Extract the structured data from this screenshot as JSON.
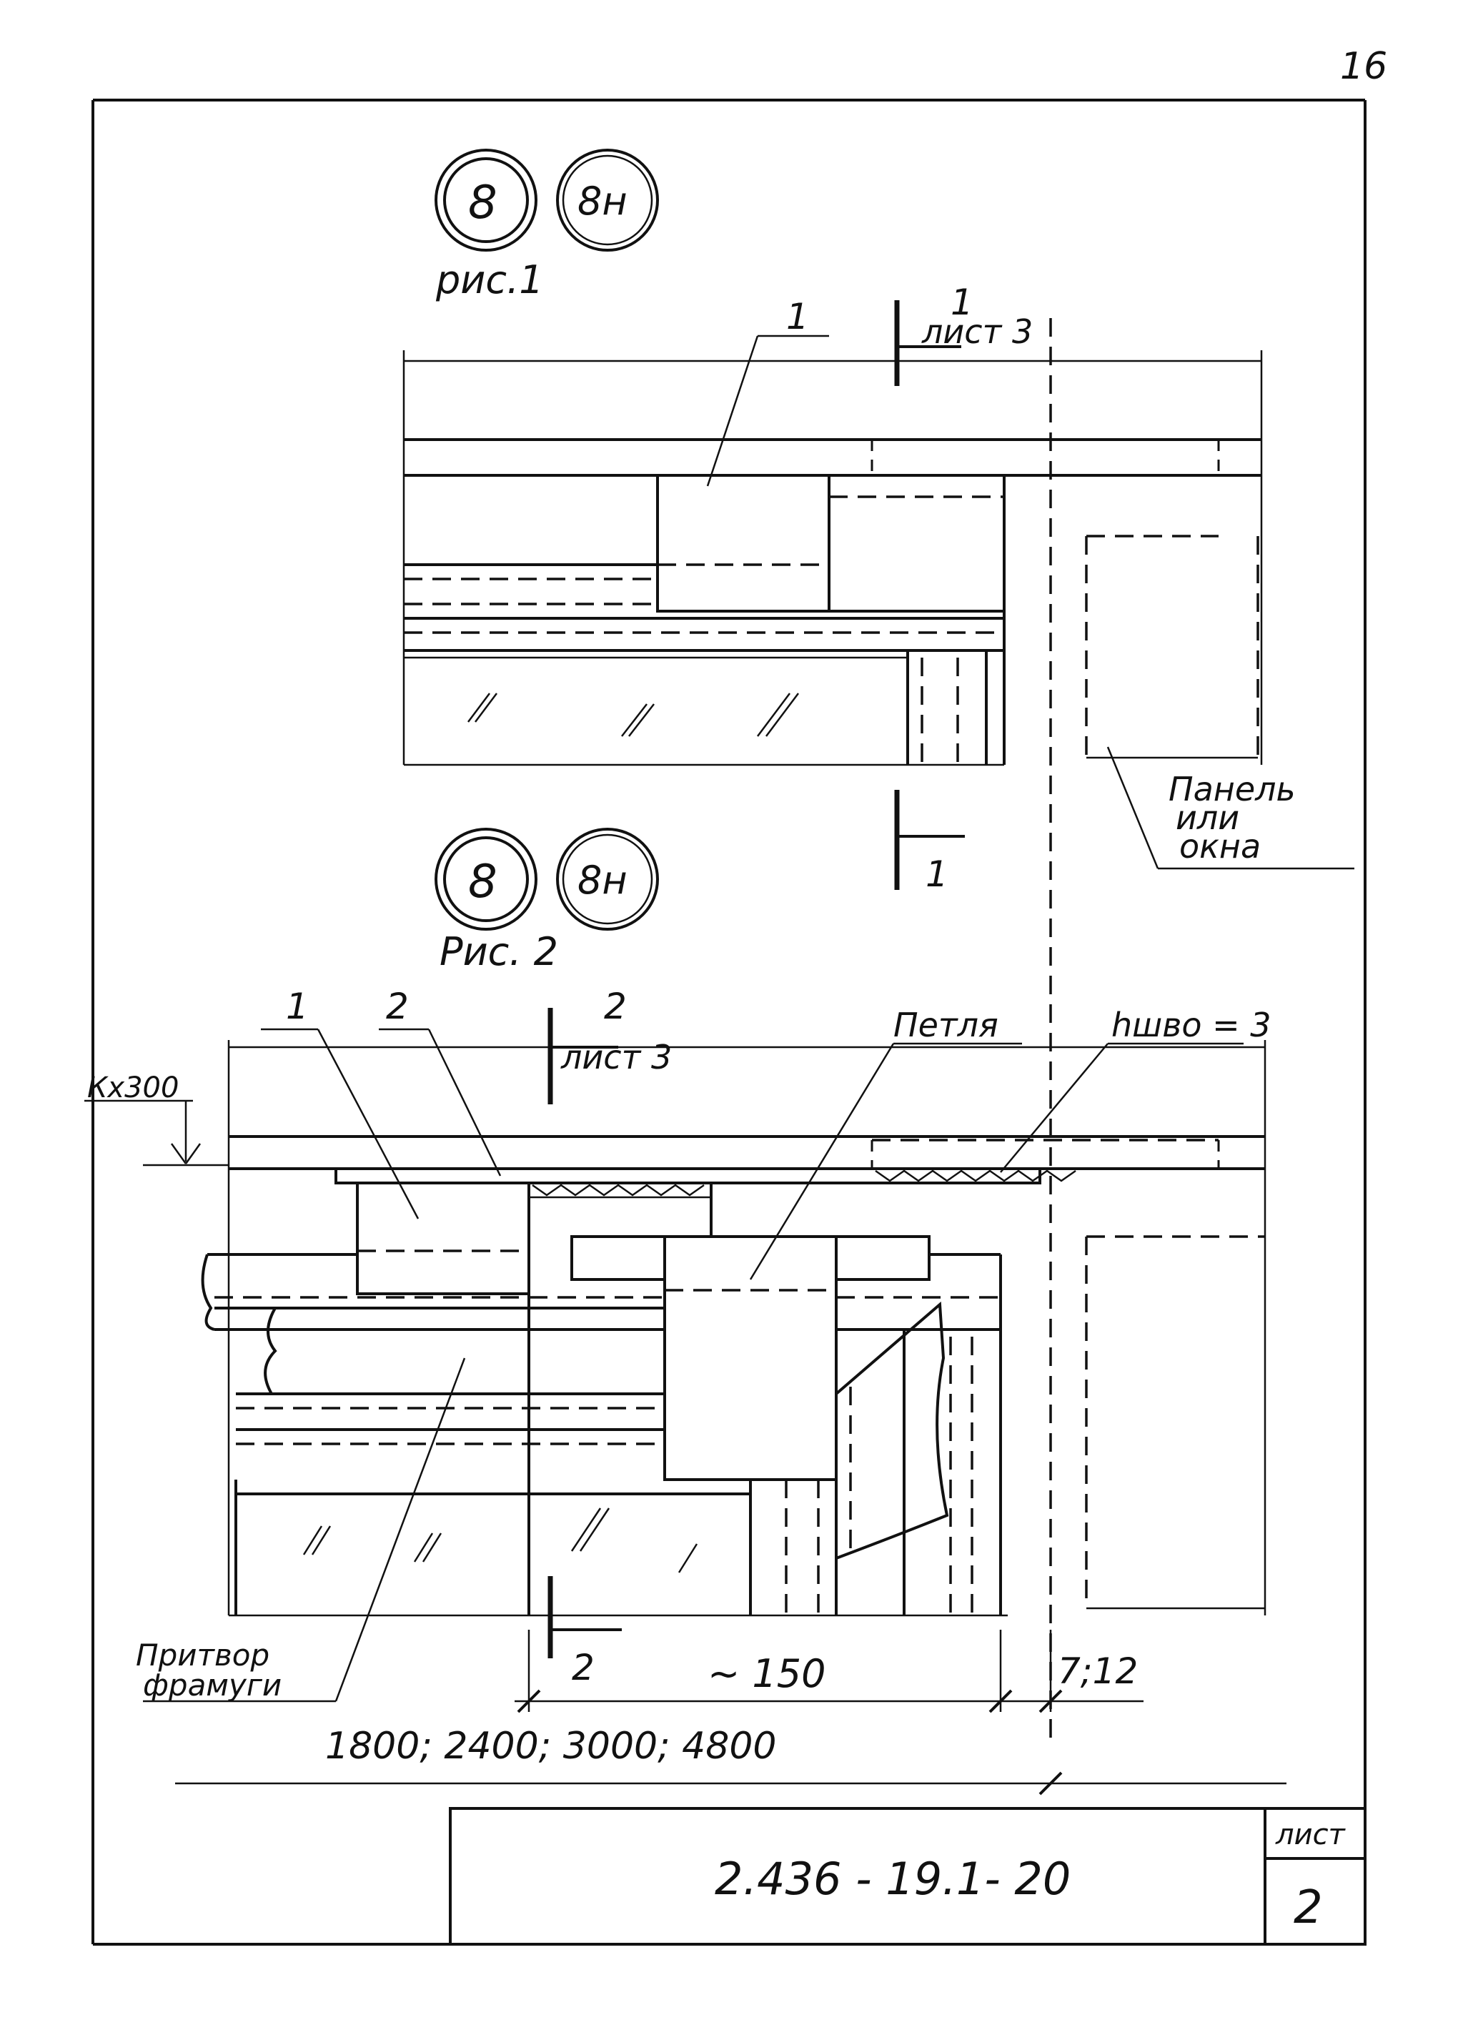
{
  "sheet": {
    "corner_page": "16",
    "sheet_label": "лист",
    "sheet_number": "2",
    "doc_code": "2.436 - 19.1-  20"
  },
  "fig1": {
    "caption": "рис.1",
    "marker_a": "8",
    "marker_b": "8н",
    "leader_1": "1",
    "section_top_num": "1",
    "section_top_ref": "лист 3",
    "section_bottom_num": "1",
    "panel_label_line1": "Панель",
    "panel_label_line2": "или",
    "panel_label_line3": "окна"
  },
  "fig2": {
    "caption": "Рис. 2",
    "marker_a": "8",
    "marker_b": "8н",
    "leader_1": "1",
    "leader_2": "2",
    "section_top_num": "2",
    "section_top_ref": "лист 3",
    "section_bottom_num": "2",
    "hinge_label": "Петля",
    "hshvo_label": "hшво = 3",
    "k_label": "Кх300",
    "pritvor_line1": "Притвор",
    "pritvor_line2": "фрамуги",
    "dim_150": "~ 150",
    "dim_712": "7;12",
    "dim_lengths": "1800; 2400; 3000; 4800"
  }
}
